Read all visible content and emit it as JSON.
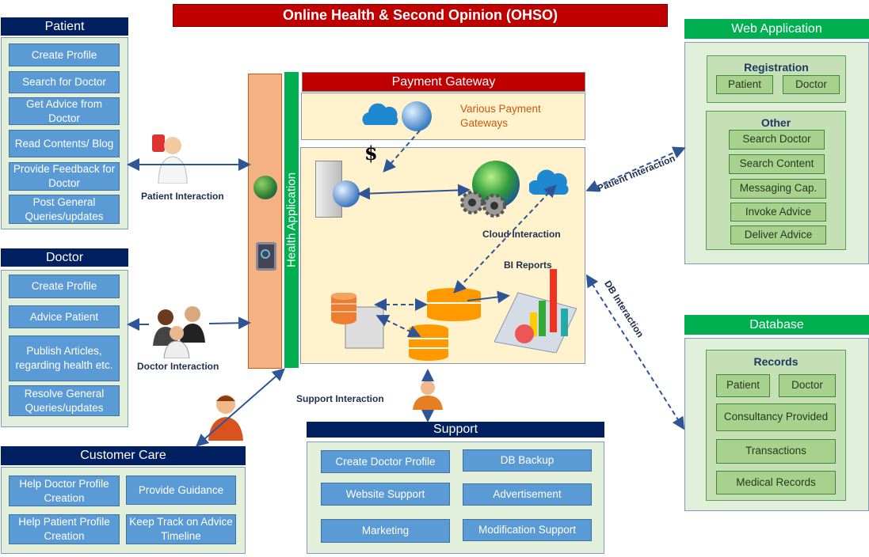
{
  "title": "Online Health & Second Opinion (OHSO)",
  "patient": {
    "title": "Patient",
    "items": [
      "Create Profile",
      "Search for Doctor",
      "Get Advice from Doctor",
      "Read Contents/ Blog",
      "Provide Feedback for Doctor",
      "Post General Queries/updates"
    ]
  },
  "doctor": {
    "title": "Doctor",
    "items": [
      "Create Profile",
      "Advice Patient",
      "Publish Articles, regarding health etc.",
      "Resolve General Queries/updates"
    ]
  },
  "customer_care": {
    "title": "Customer Care",
    "items": [
      "Help Doctor Profile Creation",
      "Provide Guidance",
      "Help Patient Profile Creation",
      "Keep  Track on Advice Timeline"
    ]
  },
  "health_application": "Health Application",
  "payment_gateway": {
    "title": "Payment Gateway",
    "text": "Various Payment Gateways",
    "currency_symbol": "$"
  },
  "labels": {
    "patient_interaction": "Patient Interaction",
    "doctor_interaction": "Doctor Interaction",
    "support_interaction": "Support Interaction",
    "cloud_interaction": "Cloud Interaction",
    "bi_reports": "BI Reports",
    "web_patient_interaction": "Patient Interaction",
    "db_interaction": "DB Interaction"
  },
  "web_application": {
    "title": "Web Application",
    "registration": {
      "title": "Registration",
      "items": [
        "Patient",
        "Doctor"
      ]
    },
    "other": {
      "title": "Other",
      "items": [
        "Search Doctor",
        "Search Content",
        "Messaging Cap.",
        "Invoke Advice",
        "Deliver Advice"
      ]
    }
  },
  "database": {
    "title": "Database",
    "records": {
      "title": "Records",
      "items": [
        "Patient",
        "Doctor",
        "Consultancy Provided",
        "Transactions",
        "Medical Records"
      ]
    }
  },
  "support": {
    "title": "Support",
    "items": [
      "Create Doctor Profile",
      "DB Backup",
      "Website Support",
      "Advertisement",
      "Marketing",
      "Modification Support"
    ]
  },
  "colors": {
    "title_bar": "#c00000",
    "navy_header": "#002060",
    "green_header": "#00b050",
    "button_blue": "#5b9bd5",
    "panel_green": "#e2efda",
    "cream": "#fff2cc",
    "orange_bar": "#f4b183"
  }
}
